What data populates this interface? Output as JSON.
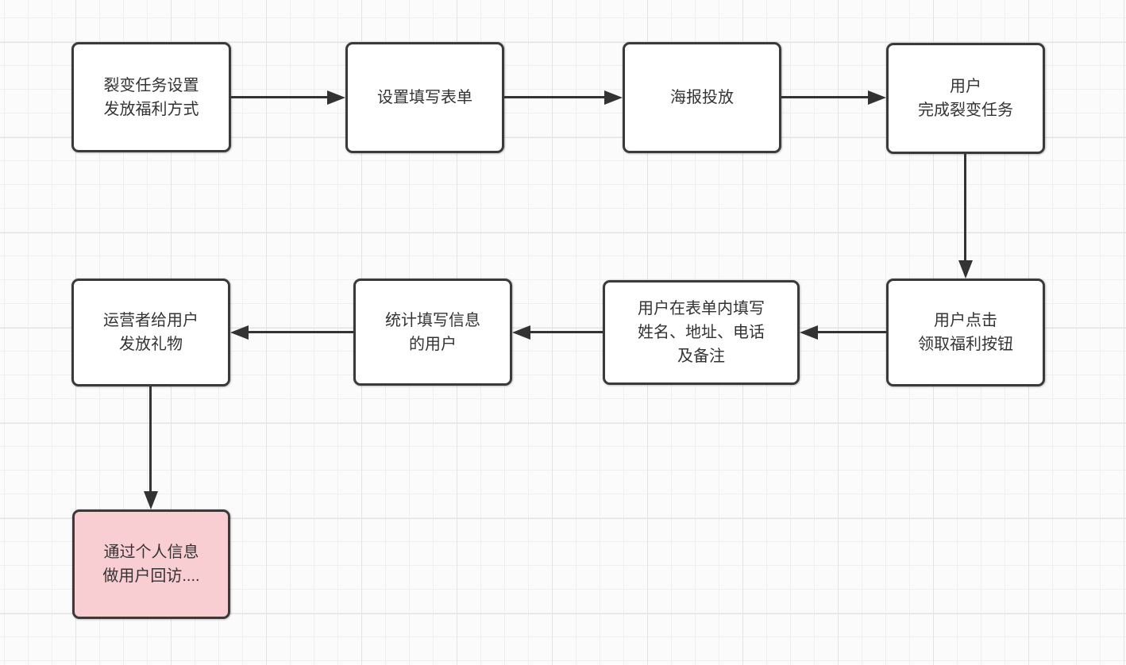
{
  "diagram": {
    "type": "flowchart",
    "language": "zh-CN",
    "colors": {
      "canvas_background": "#fbfbfb",
      "grid_minor": "#efefef",
      "grid_major": "#e3e3e3",
      "node_border": "#3a3a3a",
      "node_fill": "#ffffff",
      "highlight_node_fill": "#f9ced3",
      "text": "#333333",
      "arrow": "#333333"
    },
    "nodes": [
      {
        "id": "set-fission-task",
        "label": "裂变任务设置\n发放福利方式",
        "highlighted": false
      },
      {
        "id": "set-form",
        "label": "设置填写表单",
        "highlighted": false
      },
      {
        "id": "poster-launch",
        "label": "海报投放",
        "highlighted": false
      },
      {
        "id": "user-completes-task",
        "label": "用户\n完成裂变任务",
        "highlighted": false
      },
      {
        "id": "user-clicks-claim",
        "label": "用户点击\n领取福利按钮",
        "highlighted": false
      },
      {
        "id": "user-fills-form",
        "label": "用户在表单内填写\n姓名、地址、电话\n及备注",
        "highlighted": false
      },
      {
        "id": "count-filled-users",
        "label": "统计填写信息\n的用户",
        "highlighted": false
      },
      {
        "id": "operator-sends-gift",
        "label": "运营者给用户\n发放礼物",
        "highlighted": false
      },
      {
        "id": "user-revisit",
        "label": "通过个人信息\n做用户回访....",
        "highlighted": true
      }
    ],
    "edges": [
      {
        "from": "set-fission-task",
        "to": "set-form",
        "direction": "right"
      },
      {
        "from": "set-form",
        "to": "poster-launch",
        "direction": "right"
      },
      {
        "from": "poster-launch",
        "to": "user-completes-task",
        "direction": "right"
      },
      {
        "from": "user-completes-task",
        "to": "user-clicks-claim",
        "direction": "down"
      },
      {
        "from": "user-clicks-claim",
        "to": "user-fills-form",
        "direction": "left"
      },
      {
        "from": "user-fills-form",
        "to": "count-filled-users",
        "direction": "left"
      },
      {
        "from": "count-filled-users",
        "to": "operator-sends-gift",
        "direction": "left"
      },
      {
        "from": "operator-sends-gift",
        "to": "user-revisit",
        "direction": "down"
      }
    ]
  }
}
